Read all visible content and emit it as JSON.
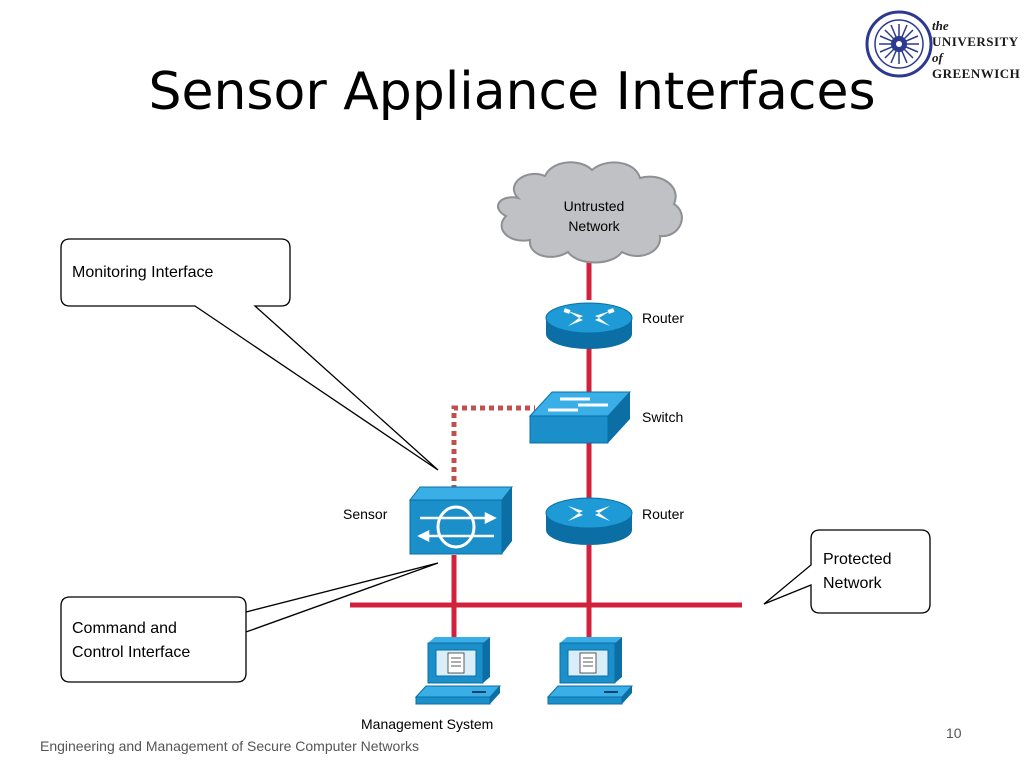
{
  "slide": {
    "title": "Sensor Appliance Interfaces",
    "footer": "Engineering and Management of Secure Computer Networks",
    "page_number": "10"
  },
  "logo": {
    "line1": "the",
    "line2": "UNIVERSITY",
    "line3": "of",
    "line4": "GREENWICH"
  },
  "diagram": {
    "cloud_label": [
      "Untrusted",
      "Network"
    ],
    "router_top_label": "Router",
    "switch_label": "Switch",
    "router_bottom_label": "Router",
    "sensor_label": "Sensor",
    "management_label": "Management System",
    "callouts": {
      "monitoring": "Monitoring Interface",
      "command": [
        "Command and",
        "Control Interface"
      ],
      "protected": [
        "Protected",
        "Network"
      ]
    },
    "colors": {
      "link": "#d0223c",
      "dotted_link": "#c0504d",
      "device": "#1a8fc9"
    }
  }
}
